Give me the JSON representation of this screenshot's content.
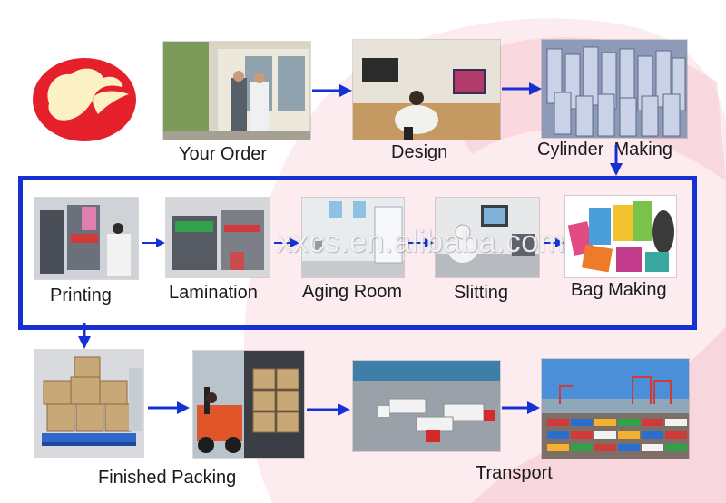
{
  "colors": {
    "arrow": "#1531d3",
    "logo_red": "#e5202b",
    "logo_cream": "#fbf1c4",
    "bg_swirl": "#fbe4ea"
  },
  "logo": {
    "icon": "stylized-swoosh-logo-icon"
  },
  "watermark": "xxcs.en.alibaba.com",
  "steps": {
    "your_order": "Your Order",
    "design": "Design",
    "cylinder_making": "Cylinder  Making",
    "printing": "Printing",
    "lamination": "Lamination",
    "aging_room": "Aging Room",
    "slitting": "Slitting",
    "bag_making": "Bag Making",
    "finished_packing": "Finished Packing",
    "transport": "Transport"
  }
}
